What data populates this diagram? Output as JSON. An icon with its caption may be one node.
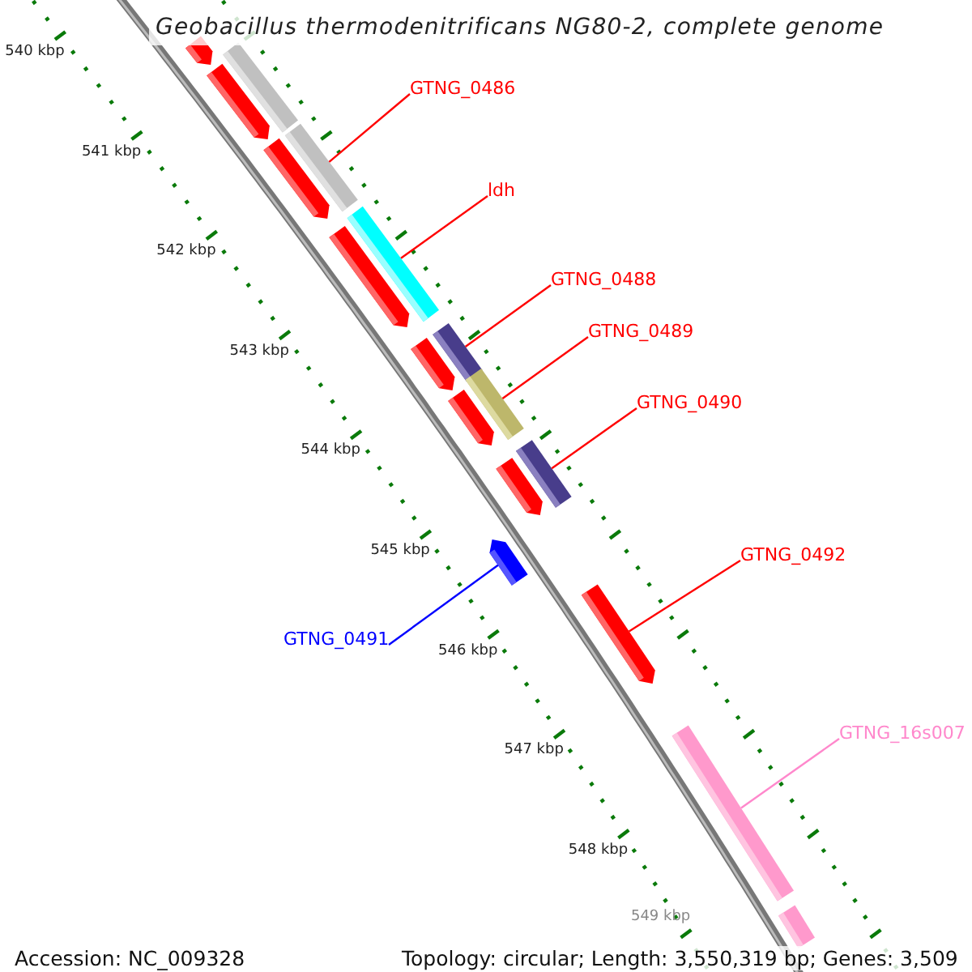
{
  "diagram": {
    "title": "Geobacillus thermodenitrificans NG80-2, complete genome",
    "nodes": [
      {
        "text": [
          "GTNG_0486"
        ]
      },
      {
        "text": [
          "ldh"
        ]
      },
      {
        "text": [
          "GTNG_0488"
        ]
      },
      {
        "text": [
          "GTNG_0489"
        ]
      },
      {
        "text": [
          "GTNG_0490"
        ]
      },
      {
        "text": [
          "GTNG_0492"
        ]
      },
      {
        "text": [
          "GTNG_0491"
        ]
      },
      {
        "text": [
          "GTNG_16s007"
        ]
      },
      {
        "text": [],
        "shape": "arrow"
      },
      {
        "text": [],
        "shape": "bar"
      },
      {
        "text": [],
        "shape": "arrow"
      },
      {
        "text": [],
        "shape": "arrow"
      },
      {
        "text": [],
        "shape": "bar"
      },
      {
        "text": [],
        "shape": "bar"
      },
      {
        "text": [],
        "shape": "arrow"
      },
      {
        "text": [],
        "shape": "bar"
      },
      {
        "text": [],
        "shape": "arrow"
      },
      {
        "text": [],
        "shape": "bar"
      },
      {
        "text": [],
        "shape": "arrow"
      },
      {
        "text": [],
        "shape": "bar"
      },
      {
        "text": [],
        "shape": "arrow"
      },
      {
        "text": [],
        "shape": "arrow"
      },
      {
        "text": [],
        "shape": "arrow"
      },
      {
        "text": [],
        "shape": "bar"
      },
      {
        "text": [],
        "shape": "bar"
      }
    ],
    "edges": [
      {
        "from": 0,
        "to": 12,
        "arrow": "none"
      },
      {
        "from": 1,
        "to": 13,
        "arrow": "none"
      },
      {
        "from": 2,
        "to": 15,
        "arrow": "none"
      },
      {
        "from": 3,
        "to": 17,
        "arrow": "none"
      },
      {
        "from": 4,
        "to": 19,
        "arrow": "none"
      },
      {
        "from": 5,
        "to": 22,
        "arrow": "none"
      },
      {
        "from": 6,
        "to": 21,
        "arrow": "none",
        "color": "#0000ff"
      },
      {
        "from": 7,
        "to": 23,
        "arrow": "none",
        "color": "#ff88cc"
      }
    ],
    "labels": [
      "540 kbp",
      "541 kbp",
      "542 kbp",
      "543 kbp",
      "544 kbp",
      "545 kbp",
      "546 kbp",
      "547 kbp",
      "548 kbp",
      "549 kbp",
      "Accession: NC_009328",
      "Topology: circular; Length: 3,550,319 bp; Genes: 3,509"
    ]
  }
}
